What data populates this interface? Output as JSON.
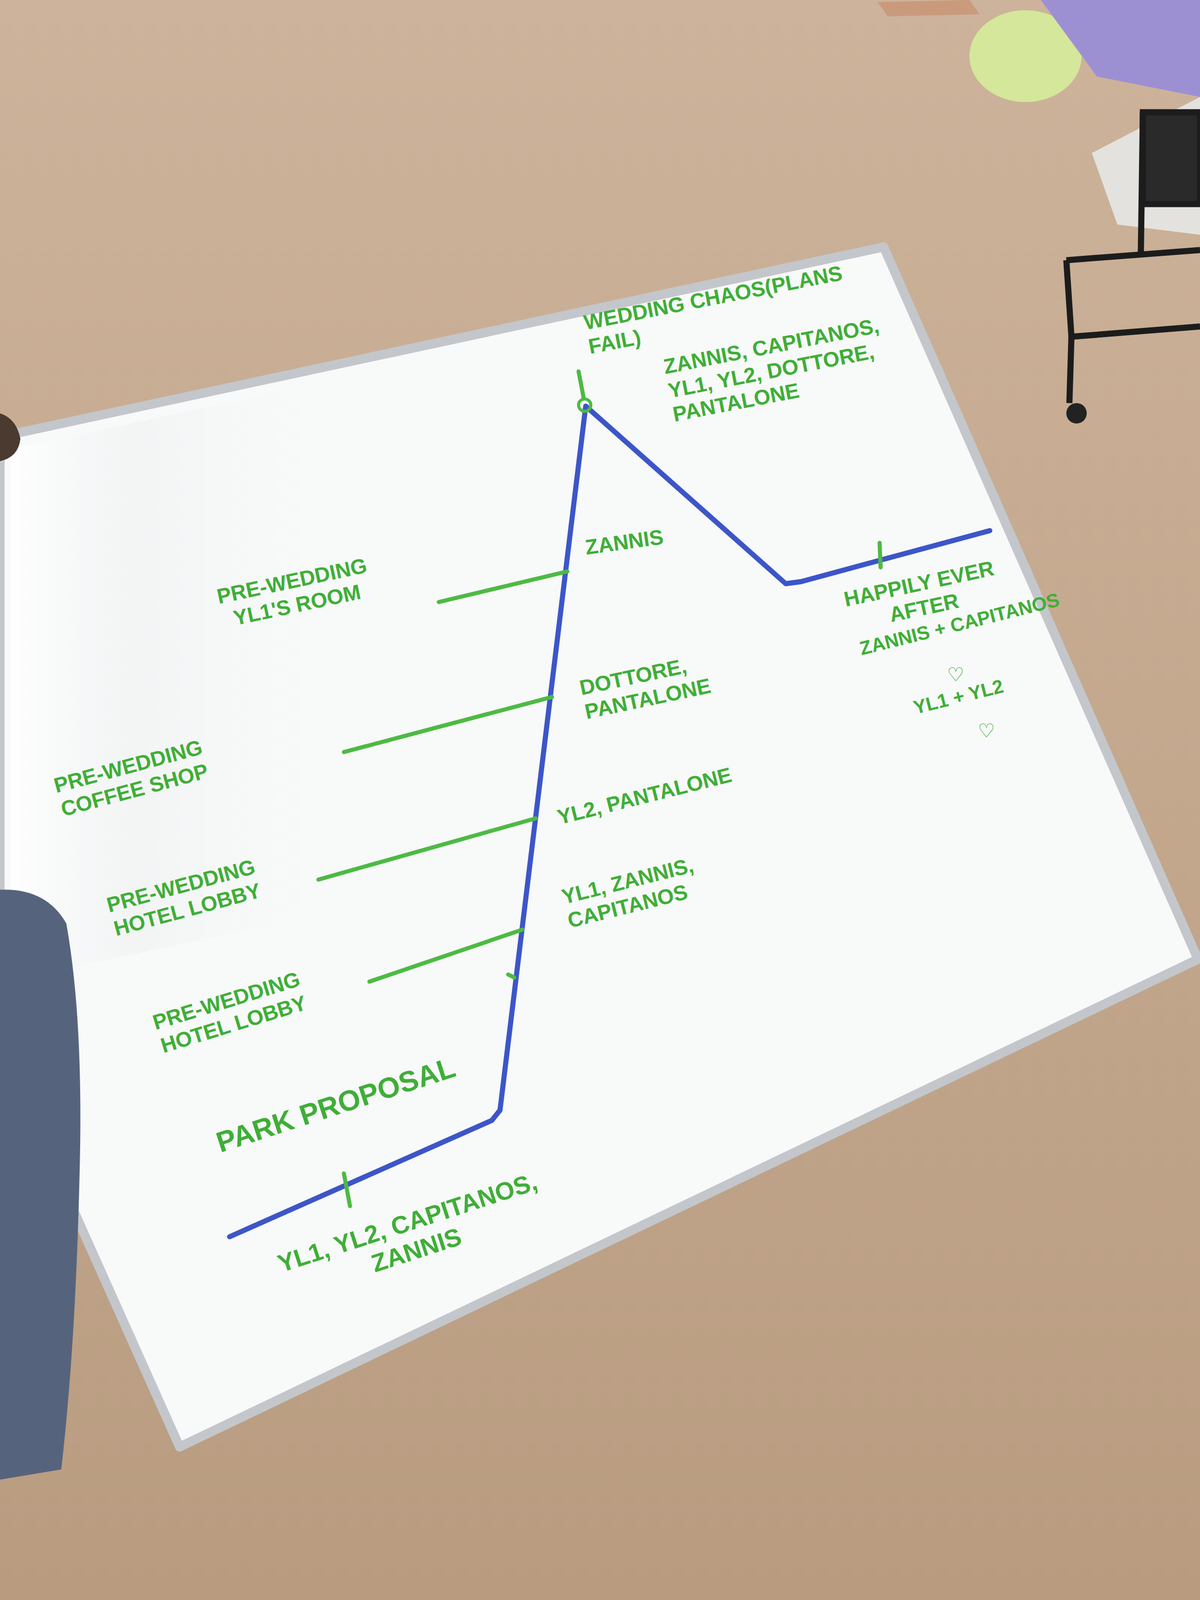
{
  "diagram": {
    "labels": [
      "WEDDING CHAOS(PLANS FAIL)",
      "ZANNIS, CAPITANOS, YL1, YL2, DOTTORE, PANTALONE",
      "ZANNIS",
      "PRE-WEDDING YL1'S ROOM",
      "HAPPILY EVER AFTER",
      "ZANNIS + CAPITANOS",
      "♡",
      "YL1 + YL2",
      "♡",
      "DOTTORE, PANTALONE",
      "PRE-WEDDING COFFEE SHOP",
      "YL2, PANTALONE",
      "PRE-WEDDING HOTEL LOBBY",
      "YL1, ZANNIS, CAPITANOS",
      "PRE-WEDDING HOTEL LOBBY",
      "PARK PROPOSAL",
      "YL1, YL2, CAPITANOS, ZANNIS"
    ]
  }
}
